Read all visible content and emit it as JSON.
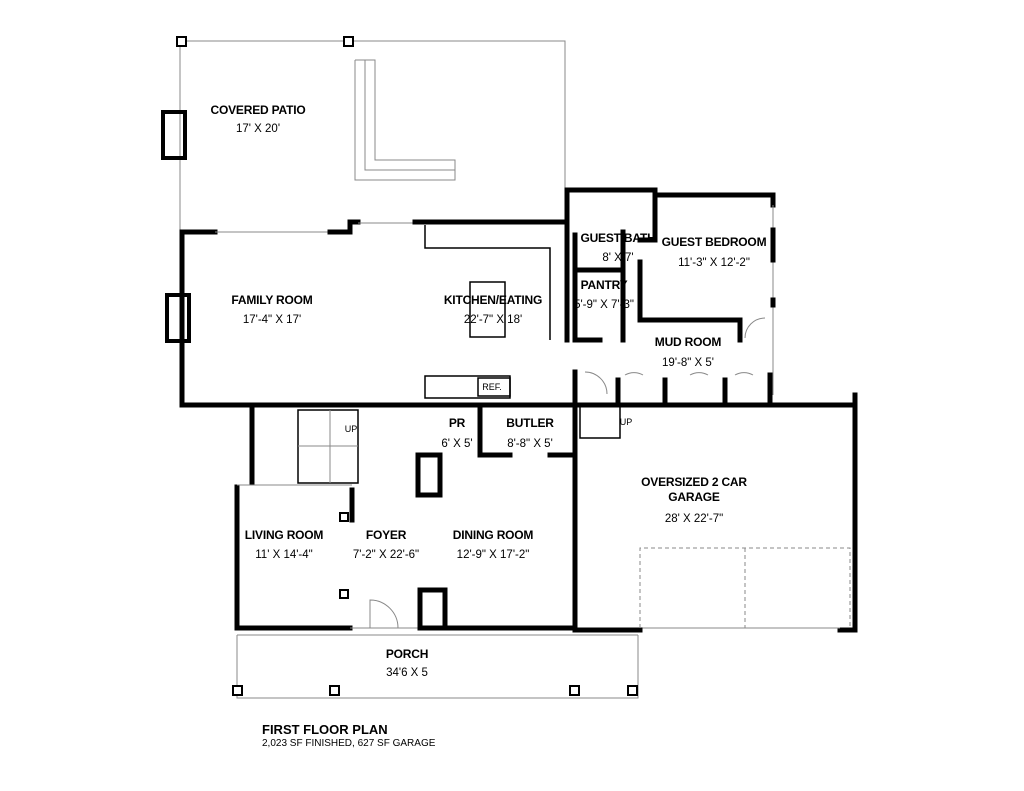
{
  "plan": {
    "title": "FIRST FLOOR PLAN",
    "subtitle": "2,023 SF FINISHED, 627 SF GARAGE"
  },
  "rooms": {
    "covered_patio": {
      "name": "COVERED PATIO",
      "dim": "17' X 20'"
    },
    "family_room": {
      "name": "FAMILY ROOM",
      "dim": "17'-4\" X 17'"
    },
    "kitchen": {
      "name": "KITCHEN/EATING",
      "dim": "22'-7\" X 18'"
    },
    "guest_bath": {
      "name": "GUEST BATH",
      "dim": "8' X 7'"
    },
    "guest_bedroom": {
      "name": "GUEST BEDROOM",
      "dim": "11'-3\" X 12'-2\""
    },
    "pantry": {
      "name": "PANTRY",
      "dim": "5'-9\" X 7'-3\""
    },
    "mud_room": {
      "name": "MUD ROOM",
      "dim": "19'-8\" X 5'"
    },
    "pr": {
      "name": "PR",
      "dim": "6' X 5'"
    },
    "butler": {
      "name": "BUTLER",
      "dim": "8'-8\" X 5'"
    },
    "garage": {
      "name": "OVERSIZED 2 CAR\nGARAGE",
      "name_line1": "OVERSIZED 2 CAR",
      "name_line2": "GARAGE",
      "dim": "28' X 22'-7\""
    },
    "living_room": {
      "name": "LIVING ROOM",
      "dim": "11' X 14'-4\""
    },
    "foyer": {
      "name": "FOYER",
      "dim": "7'-2\" X 22'-6\""
    },
    "dining_room": {
      "name": "DINING ROOM",
      "dim": "12'-9\" X 17'-2\""
    },
    "porch": {
      "name": "PORCH",
      "dim": "34'6 X 5"
    }
  },
  "annotations": {
    "ref": "REF.",
    "stair_up_1": "UP",
    "stair_up_2": "UP"
  }
}
